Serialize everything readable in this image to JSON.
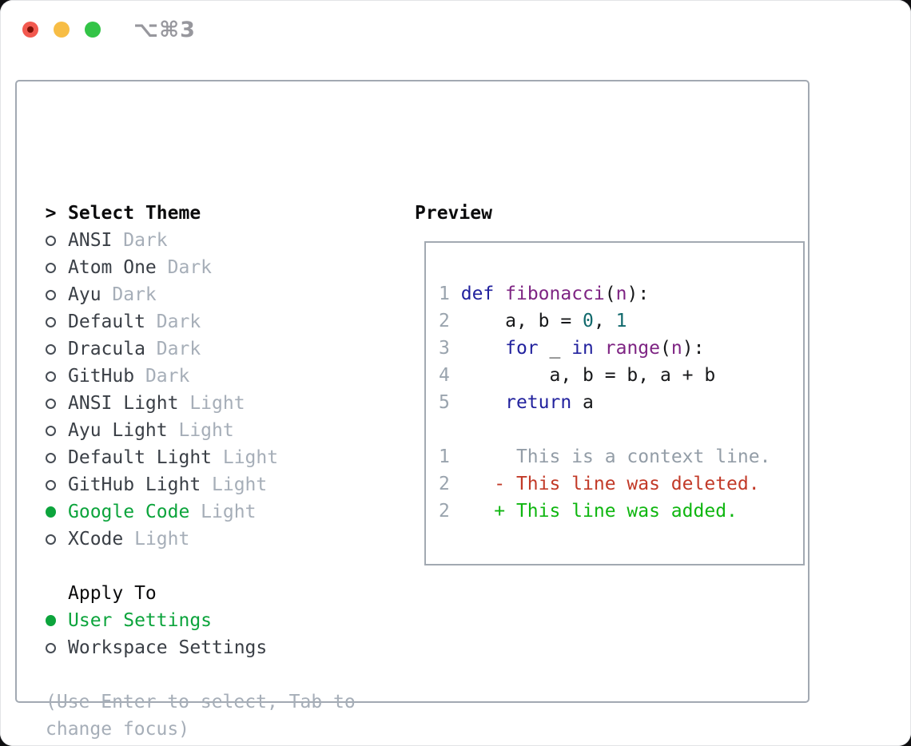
{
  "window": {
    "title": "⌥⌘3",
    "traffic_lights": [
      {
        "name": "close",
        "color": "#f2594f"
      },
      {
        "name": "minimize",
        "color": "#f7bd45"
      },
      {
        "name": "zoom",
        "color": "#33c447"
      }
    ]
  },
  "theme_selector": {
    "heading_prefix": ">",
    "heading": "Select Theme",
    "items": [
      {
        "name": "ANSI",
        "variant": "Dark",
        "selected": false
      },
      {
        "name": "Atom One",
        "variant": "Dark",
        "selected": false
      },
      {
        "name": "Ayu",
        "variant": "Dark",
        "selected": false
      },
      {
        "name": "Default",
        "variant": "Dark",
        "selected": false
      },
      {
        "name": "Dracula",
        "variant": "Dark",
        "selected": false
      },
      {
        "name": "GitHub",
        "variant": "Dark",
        "selected": false
      },
      {
        "name": "ANSI Light",
        "variant": "Light",
        "selected": false
      },
      {
        "name": "Ayu Light",
        "variant": "Light",
        "selected": false
      },
      {
        "name": "Default Light",
        "variant": "Light",
        "selected": false
      },
      {
        "name": "GitHub Light",
        "variant": "Light",
        "selected": false
      },
      {
        "name": "Google Code",
        "variant": "Light",
        "selected": true
      },
      {
        "name": "XCode",
        "variant": "Light",
        "selected": false
      }
    ],
    "apply_to": {
      "heading": "Apply To",
      "options": [
        {
          "label": "User Settings",
          "selected": true
        },
        {
          "label": "Workspace Settings",
          "selected": false
        }
      ]
    },
    "help_text": "(Use Enter to select, Tab to change focus)"
  },
  "preview": {
    "heading": "Preview",
    "code_lines": [
      [
        [
          "ln",
          "1"
        ],
        [
          "pl",
          " "
        ],
        [
          "kw",
          "def"
        ],
        [
          "pl",
          " "
        ],
        [
          "fn",
          "fibonacci"
        ],
        [
          "pl",
          "("
        ],
        [
          "fn",
          "n"
        ],
        [
          "pl",
          "):"
        ]
      ],
      [
        [
          "ln",
          "2"
        ],
        [
          "pl",
          "     a, b = "
        ],
        [
          "num",
          "0"
        ],
        [
          "pl",
          ", "
        ],
        [
          "num",
          "1"
        ]
      ],
      [
        [
          "ln",
          "3"
        ],
        [
          "pl",
          "     "
        ],
        [
          "kw",
          "for"
        ],
        [
          "pl",
          " _ "
        ],
        [
          "kw",
          "in"
        ],
        [
          "pl",
          " "
        ],
        [
          "fn",
          "range"
        ],
        [
          "pl",
          "("
        ],
        [
          "fn",
          "n"
        ],
        [
          "pl",
          "):"
        ]
      ],
      [
        [
          "ln",
          "4"
        ],
        [
          "pl",
          "         a, b = b, a + b"
        ]
      ],
      [
        [
          "ln",
          "5"
        ],
        [
          "pl",
          "     "
        ],
        [
          "kw",
          "return"
        ],
        [
          "pl",
          " a"
        ]
      ]
    ],
    "diff_lines": [
      [
        [
          "ln",
          "1"
        ],
        [
          "pl",
          "      "
        ],
        [
          "ctx",
          "This is a context line."
        ]
      ],
      [
        [
          "ln",
          "2"
        ],
        [
          "pl",
          "    "
        ],
        [
          "del",
          "- This line was deleted."
        ]
      ],
      [
        [
          "ln",
          "2"
        ],
        [
          "pl",
          "    "
        ],
        [
          "add",
          "+ This line was added."
        ]
      ]
    ]
  },
  "colors": {
    "accent_green": "#0ca43c",
    "muted": "#a6aeb8",
    "text_dark": "#3a3f46",
    "border_gray": "#a2a9b2",
    "syntax_keyword": "#22229e",
    "syntax_function": "#7e2483",
    "syntax_number": "#11696c",
    "diff_deleted": "#c23a28",
    "diff_added": "#0fb610",
    "line_number": "#9aa4ae"
  }
}
